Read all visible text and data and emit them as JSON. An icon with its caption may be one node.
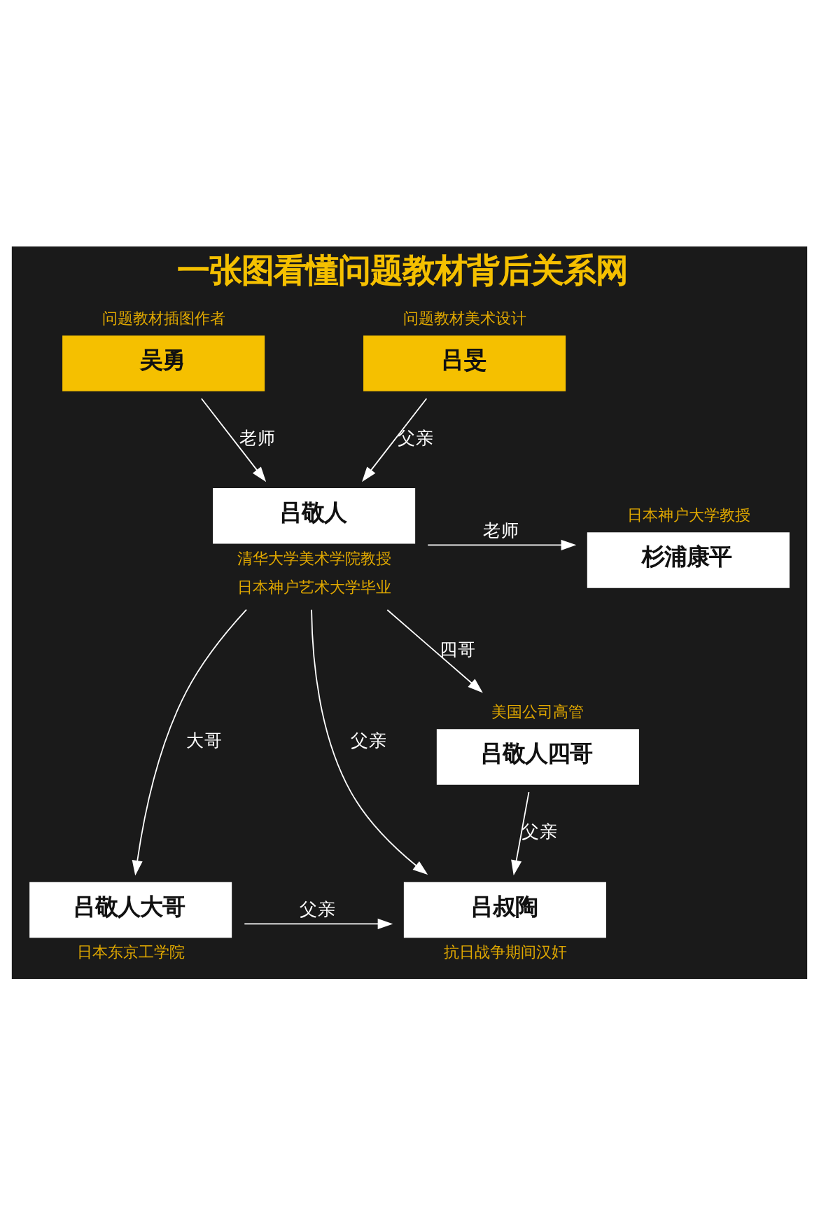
{
  "diagram": {
    "title": "一张图看懂问题教材背后关系网",
    "nodes": [
      {
        "text": [
          "吴勇"
        ],
        "beside": [
          "问题教材插图作者"
        ]
      },
      {
        "text": [
          "吕旻"
        ],
        "beside": [
          "问题教材美术设计"
        ]
      },
      {
        "text": [
          "吕敬人"
        ],
        "beside": [
          "清华大学美术学院教授",
          "日本神户艺术大学毕业"
        ]
      },
      {
        "text": [
          "杉浦康平"
        ],
        "beside": [
          "日本神户大学教授"
        ]
      },
      {
        "text": [
          "吕敬人四哥"
        ],
        "beside": [
          "美国公司高管"
        ]
      },
      {
        "text": [
          "吕敬人大哥"
        ],
        "beside": [
          "日本东京工学院"
        ]
      },
      {
        "text": [
          "吕叔陶"
        ],
        "beside": [
          "抗日战争期间汉奸"
        ]
      }
    ],
    "edges": [
      {
        "from": 0,
        "to": 2,
        "arrow": "to",
        "label": "老师"
      },
      {
        "from": 1,
        "to": 2,
        "arrow": "to",
        "label": "父亲"
      },
      {
        "from": 2,
        "to": 3,
        "arrow": "to",
        "label": "老师"
      },
      {
        "from": 2,
        "to": 4,
        "arrow": "to",
        "label": "四哥"
      },
      {
        "from": 2,
        "to": 6,
        "arrow": "to",
        "label": "父亲"
      },
      {
        "from": 2,
        "to": 5,
        "arrow": "to",
        "label": "大哥"
      },
      {
        "from": 4,
        "to": 6,
        "arrow": "to",
        "label": "父亲"
      },
      {
        "from": 5,
        "to": 6,
        "arrow": "to",
        "label": "父亲"
      }
    ]
  }
}
